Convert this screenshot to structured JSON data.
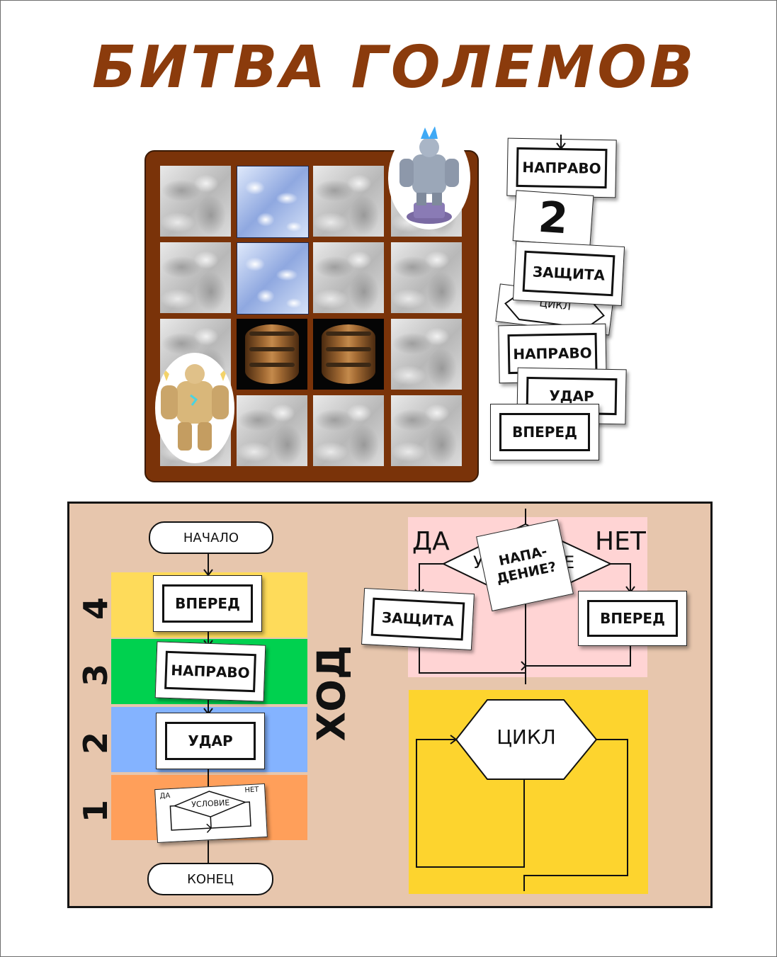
{
  "title": "БИТВА ГОЛЕМОВ",
  "board": {
    "rows": [
      [
        "stone",
        "ice",
        "stone",
        "stone"
      ],
      [
        "stone",
        "ice",
        "stone",
        "stone"
      ],
      [
        "stone",
        "barrel",
        "barrel",
        "stone"
      ],
      [
        "stone",
        "stone",
        "stone",
        "stone"
      ]
    ],
    "golems": [
      "ice-golem",
      "stone-golem"
    ]
  },
  "cards": {
    "napravo_top": "НАПРАВО",
    "number": "2",
    "zashita": "ЗАЩИТА",
    "cikl": "ЦИКЛ",
    "napravo_2": "НАПРАВО",
    "udar": "УДАР",
    "vpered": "ВПЕРЕД"
  },
  "flow": {
    "start": "НАЧАЛО",
    "end": "КОНЕЦ",
    "step4": "ВПЕРЕД",
    "step3": "НАПРАВО",
    "step2": "УДАР",
    "yes_small": "ДА",
    "no_small": "НЕТ",
    "condition": "УСЛОВИЕ",
    "row_numbers": [
      "4",
      "3",
      "2",
      "1"
    ],
    "turn_label": "ХОД",
    "band_colors": [
      "#fedb5a",
      "#00d14f",
      "#84b3ff",
      "#ff9f5a"
    ]
  },
  "branch": {
    "yes": "ДА",
    "no": "НЕТ",
    "condition_hidden_left": "У",
    "condition_hidden_right": "Е",
    "attack_card": "НАПА-ДЕНИЕ?",
    "left_action": "ЗАЩИТА",
    "right_action": "ВПЕРЕД",
    "bg_color": "#ffd4d4"
  },
  "loop": {
    "label": "ЦИКЛ",
    "bg_color": "#fdd42e"
  }
}
